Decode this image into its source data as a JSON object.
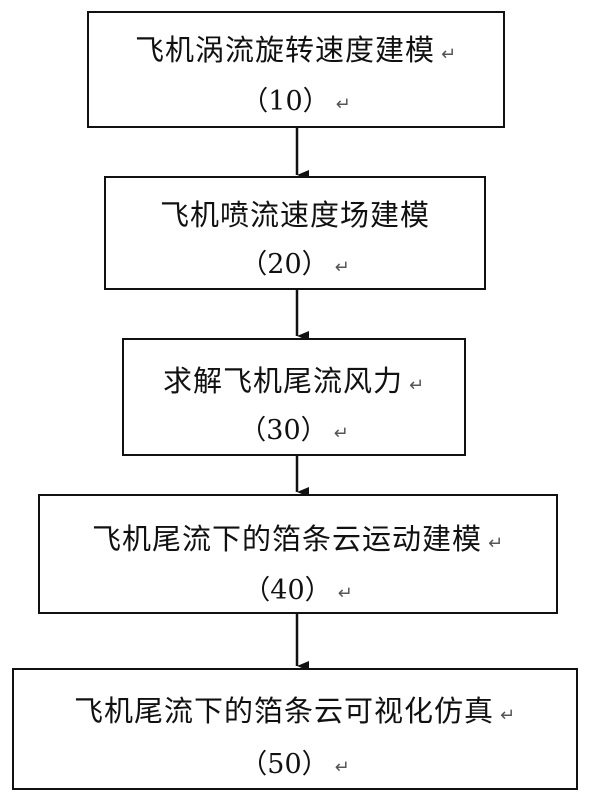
{
  "steps": [
    {
      "text": "飞机涡流旋转速度建模",
      "code": "（10）"
    },
    {
      "text": "飞机喷流速度场建模",
      "code": "（20）"
    },
    {
      "text": "求解飞机尾流风力",
      "code": "（30）"
    },
    {
      "text": "飞机尾流下的箔条云运动建模",
      "code": "（40）"
    },
    {
      "text": "飞机尾流下的箔条云可视化仿真",
      "code": "（50）"
    }
  ],
  "paragraph_mark": "↵"
}
